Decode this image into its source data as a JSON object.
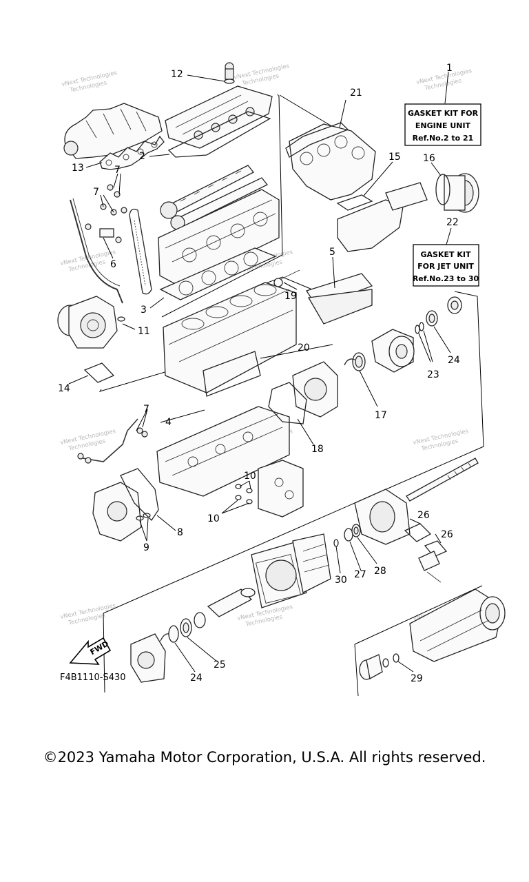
{
  "callouts": {
    "n1": "1",
    "n2": "2",
    "n3": "3",
    "n4": "4",
    "n5": "5",
    "n6": "6",
    "n7a": "7",
    "n7b": "7",
    "n7c": "7",
    "n8": "8",
    "n9": "9",
    "n10a": "10",
    "n10b": "10",
    "n11": "11",
    "n12": "12",
    "n13": "13",
    "n14": "14",
    "n15": "15",
    "n16": "16",
    "n17": "17",
    "n18": "18",
    "n19": "19",
    "n20": "20",
    "n21": "21",
    "n22": "22",
    "n23": "23",
    "n24a": "24",
    "n24b": "24",
    "n25": "25",
    "n26a": "26",
    "n26b": "26",
    "n27": "27",
    "n28": "28",
    "n29": "29",
    "n30": "30"
  },
  "engine_kit": {
    "line1": "GASKET KIT FOR",
    "line2": "ENGINE UNIT",
    "line3": "Ref.No.2 to 21"
  },
  "jet_kit": {
    "line1": "GASKET KIT",
    "line2": "FOR JET UNIT",
    "line3": "Ref.No.23 to 30"
  },
  "watermark": {
    "line1": "vNext Technologies",
    "line2": "Technologies"
  },
  "fwd_label": "FWD",
  "diagram_code": "F4B1110-S430",
  "copyright": "©2023 Yamaha Motor Corporation, U.S.A. All rights reserved."
}
